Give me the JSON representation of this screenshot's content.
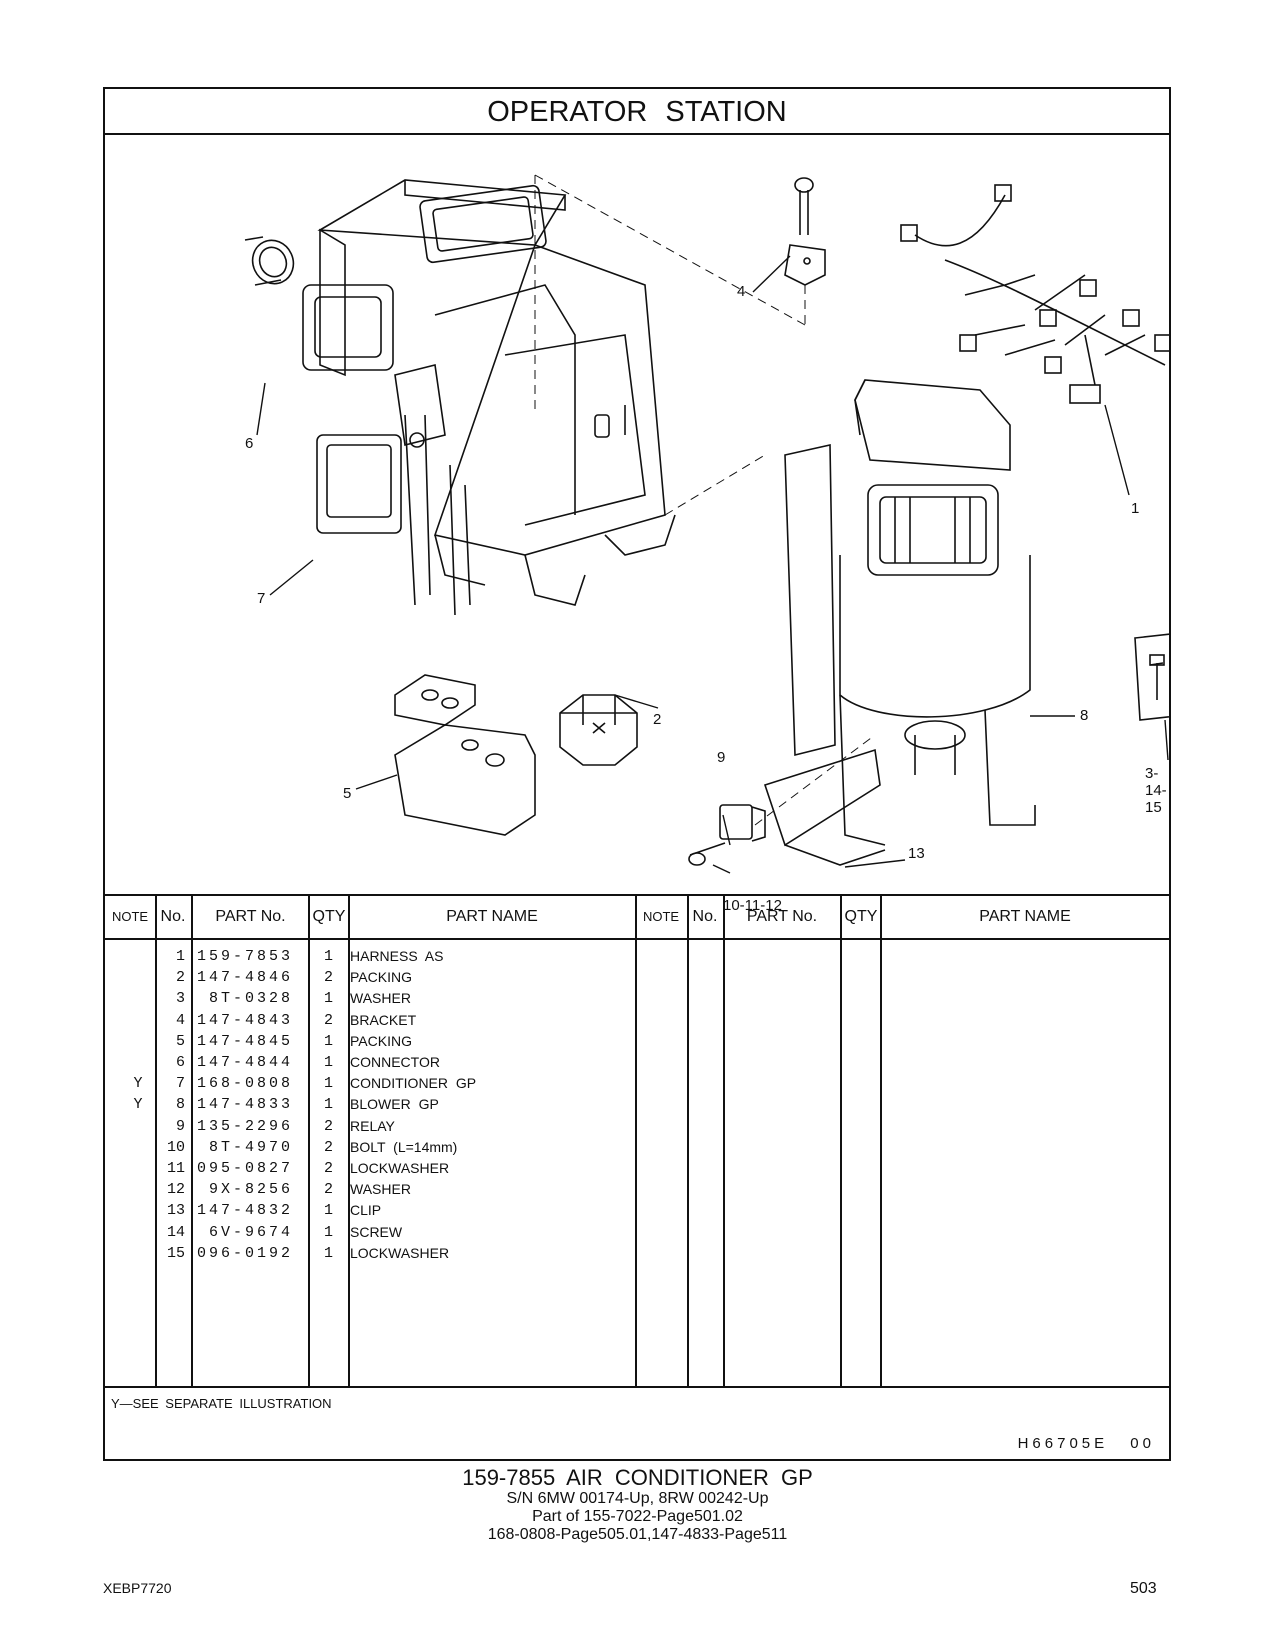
{
  "title": "OPERATOR  STATION",
  "callouts": {
    "c1": "1",
    "c2": "2",
    "c3": "3-14-15",
    "c4": "4",
    "c5": "5",
    "c6": "6",
    "c7": "7",
    "c8": "8",
    "c9": "9",
    "c10": "10-11-12",
    "c13": "13"
  },
  "table_header": {
    "note": "NOTE",
    "no": "No.",
    "part_no": "PART No.",
    "qty": "QTY",
    "part_name": "PART NAME"
  },
  "parts": [
    {
      "note": "",
      "no": "1",
      "part_no": "159-7853",
      "qty": "1",
      "name": "HARNESS  AS"
    },
    {
      "note": "",
      "no": "2",
      "part_no": "147-4846",
      "qty": "2",
      "name": "PACKING"
    },
    {
      "note": "",
      "no": "3",
      "part_no": "8T-0328",
      "qty": "1",
      "name": "WASHER"
    },
    {
      "note": "",
      "no": "4",
      "part_no": "147-4843",
      "qty": "2",
      "name": "BRACKET"
    },
    {
      "note": "",
      "no": "5",
      "part_no": "147-4845",
      "qty": "1",
      "name": "PACKING"
    },
    {
      "note": "",
      "no": "6",
      "part_no": "147-4844",
      "qty": "1",
      "name": "CONNECTOR"
    },
    {
      "note": "Y",
      "no": "7",
      "part_no": "168-0808",
      "qty": "1",
      "name": "CONDITIONER  GP"
    },
    {
      "note": "Y",
      "no": "8",
      "part_no": "147-4833",
      "qty": "1",
      "name": "BLOWER  GP"
    },
    {
      "note": "",
      "no": "9",
      "part_no": "135-2296",
      "qty": "2",
      "name": "RELAY"
    },
    {
      "note": "",
      "no": "10",
      "part_no": "8T-4970",
      "qty": "2",
      "name": "BOLT (L=14mm)"
    },
    {
      "note": "",
      "no": "11",
      "part_no": "095-0827",
      "qty": "2",
      "name": "LOCKWASHER"
    },
    {
      "note": "",
      "no": "12",
      "part_no": "9X-8256",
      "qty": "2",
      "name": "WASHER"
    },
    {
      "note": "",
      "no": "13",
      "part_no": "147-4832",
      "qty": "1",
      "name": "CLIP"
    },
    {
      "note": "",
      "no": "14",
      "part_no": "6V-9674",
      "qty": "1",
      "name": "SCREW"
    },
    {
      "note": "",
      "no": "15",
      "part_no": "096-0192",
      "qty": "1",
      "name": "LOCKWASHER"
    }
  ],
  "footnote": "Y—SEE  SEPARATE  ILLUSTRATION",
  "drawing_code": "H66705E  00",
  "caption": {
    "title": "159-7855  AIR  CONDITIONER  GP",
    "line1": "S/N 6MW 00174-Up, 8RW 00242-Up",
    "line2": "Part of 155-7022-Page501.02",
    "line3": "168-0808-Page505.01,147-4833-Page511"
  },
  "doc_id": "XEBP7720",
  "page_number": "503"
}
